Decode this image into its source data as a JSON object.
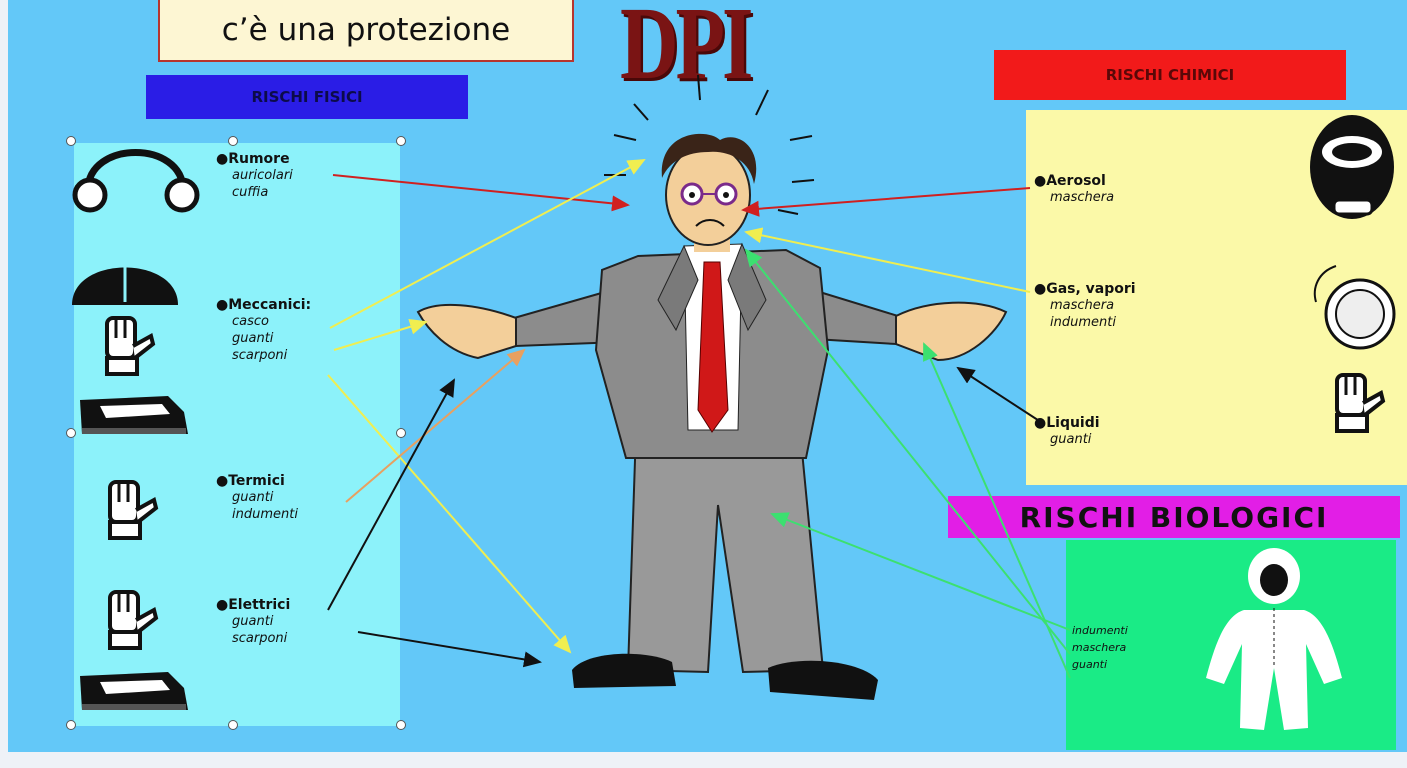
{
  "callout": {
    "text": "c’è una protezione"
  },
  "title": "DPI",
  "rischi_fisici": {
    "header": "RISCHI FISICI",
    "items": [
      {
        "head": "Rumore",
        "subs": [
          "auricolari",
          "cuffia"
        ]
      },
      {
        "head": "Meccanici:",
        "subs": [
          "casco",
          "guanti",
          "scarponi"
        ]
      },
      {
        "head": "Termici",
        "subs": [
          "guanti",
          "indumenti"
        ]
      },
      {
        "head": "Elettrici",
        "subs": [
          "guanti",
          "scarponi"
        ]
      }
    ]
  },
  "rischi_chimici": {
    "header": "RISCHI CHIMICI",
    "items": [
      {
        "head": "Aerosol",
        "subs": [
          "maschera"
        ]
      },
      {
        "head": "Gas, vapori",
        "subs": [
          "maschera",
          "indumenti"
        ]
      },
      {
        "head": "Liquidi",
        "subs": [
          "guanti"
        ]
      }
    ]
  },
  "rischi_biologici": {
    "header": "RISCHI BIOLOGICI",
    "items": [
      "indumenti",
      "maschera",
      "guanti"
    ]
  },
  "icons": {
    "headphones": "headphones-icon",
    "helmet": "helmet-icon",
    "glove": "glove-icon",
    "boot": "boot-icon",
    "gas_mask": "gas-mask-icon",
    "breathing_mask": "breathing-mask-icon",
    "protective_suit": "protective-suit-icon",
    "figure": "worried-man-figure"
  },
  "colors": {
    "background": "#63c8f8",
    "fisici_header": "#2a1de6",
    "chimici_header": "#f21a1a",
    "bio_header": "#e21ee6",
    "fisici_panel": "#8cf2fa",
    "chimici_panel": "#fbf9a8",
    "bio_panel": "#1aeb86",
    "arrow_red": "#d02020",
    "arrow_yellow": "#f0ee50",
    "arrow_black": "#111111",
    "arrow_orange": "#e8a060",
    "arrow_green": "#3ce070"
  }
}
